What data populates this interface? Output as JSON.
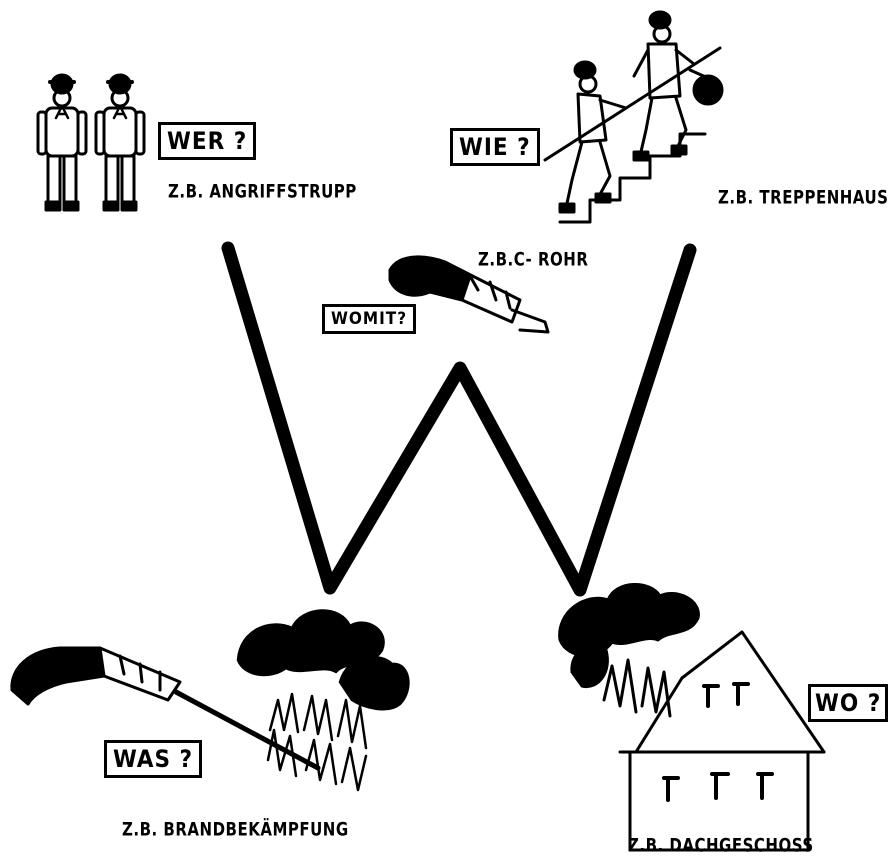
{
  "labels": {
    "wer": "WER ?",
    "wie": "WIE ?",
    "womit": "WOMIT?",
    "was": "WAS ?",
    "wo": "WO ?"
  },
  "examples": {
    "wer": "Z.B. ANGRIFFSTRUPP",
    "wie": "Z.B. TREPPENHAUS",
    "womit": "Z.B.C- ROHR",
    "was": "Z.B. BRANDBEKÄMPFUNG",
    "wo": "Z.B. DACHGESCHOSS"
  },
  "icons": [
    "firefighters-icon",
    "stair-climbers-icon",
    "hose-nozzle-icon",
    "fire-hose-icon",
    "burning-house-icon"
  ]
}
